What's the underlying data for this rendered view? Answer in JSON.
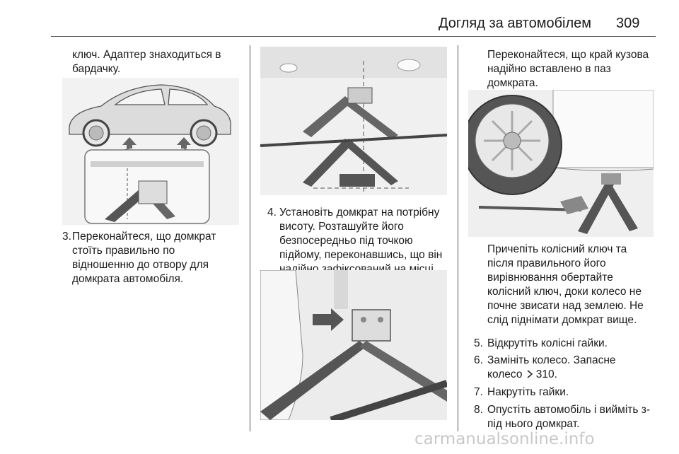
{
  "header": {
    "title": "Догляд за автомобілем",
    "page": "309"
  },
  "col1": {
    "intro_line1": "ключ. Адаптер знаходиться в",
    "intro_line2": "бардачку.",
    "step3_number": "3.",
    "step3_lines": [
      "Переконайтеся, що домкрат",
      "стоїть правильно по",
      "відношенню до отвору для",
      "домкрата автомобіля."
    ]
  },
  "col2": {
    "step4_number": "4.",
    "step4_lines": [
      "Установіть домкрат на потрібну",
      "висоту. Розташуйте його",
      "безпосередньо під точкою",
      "підйому, переконавшись, що він",
      "надійно зафіксований на місці."
    ]
  },
  "col3": {
    "intro_lines": [
      "Переконайтеся, що край кузова",
      "надійно вставлено в паз",
      "домкрата."
    ],
    "attach_lines": [
      "Причепіть колісний ключ та",
      "після правильного його",
      "вирівнювання обертайте",
      "колісний ключ, доки колесо не",
      "почне звисати над землею. Не",
      "слід піднімати домкрат вище."
    ],
    "step5_number": "5.",
    "step5_text": "Відкрутіть колісні гайки.",
    "step6_number": "6.",
    "step6_line1": "Замініть колесо. Запасне",
    "step6_line2_prefix": "колесо ",
    "step6_ref": "310.",
    "step7_number": "7.",
    "step7_text": "Накрутіть гайки.",
    "step8_number": "8.",
    "step8_line1": "Опустіть автомобіль і вийміть з-",
    "step8_line2": "під нього домкрат."
  },
  "footer": {
    "watermark": "carmanualsonline.info"
  }
}
